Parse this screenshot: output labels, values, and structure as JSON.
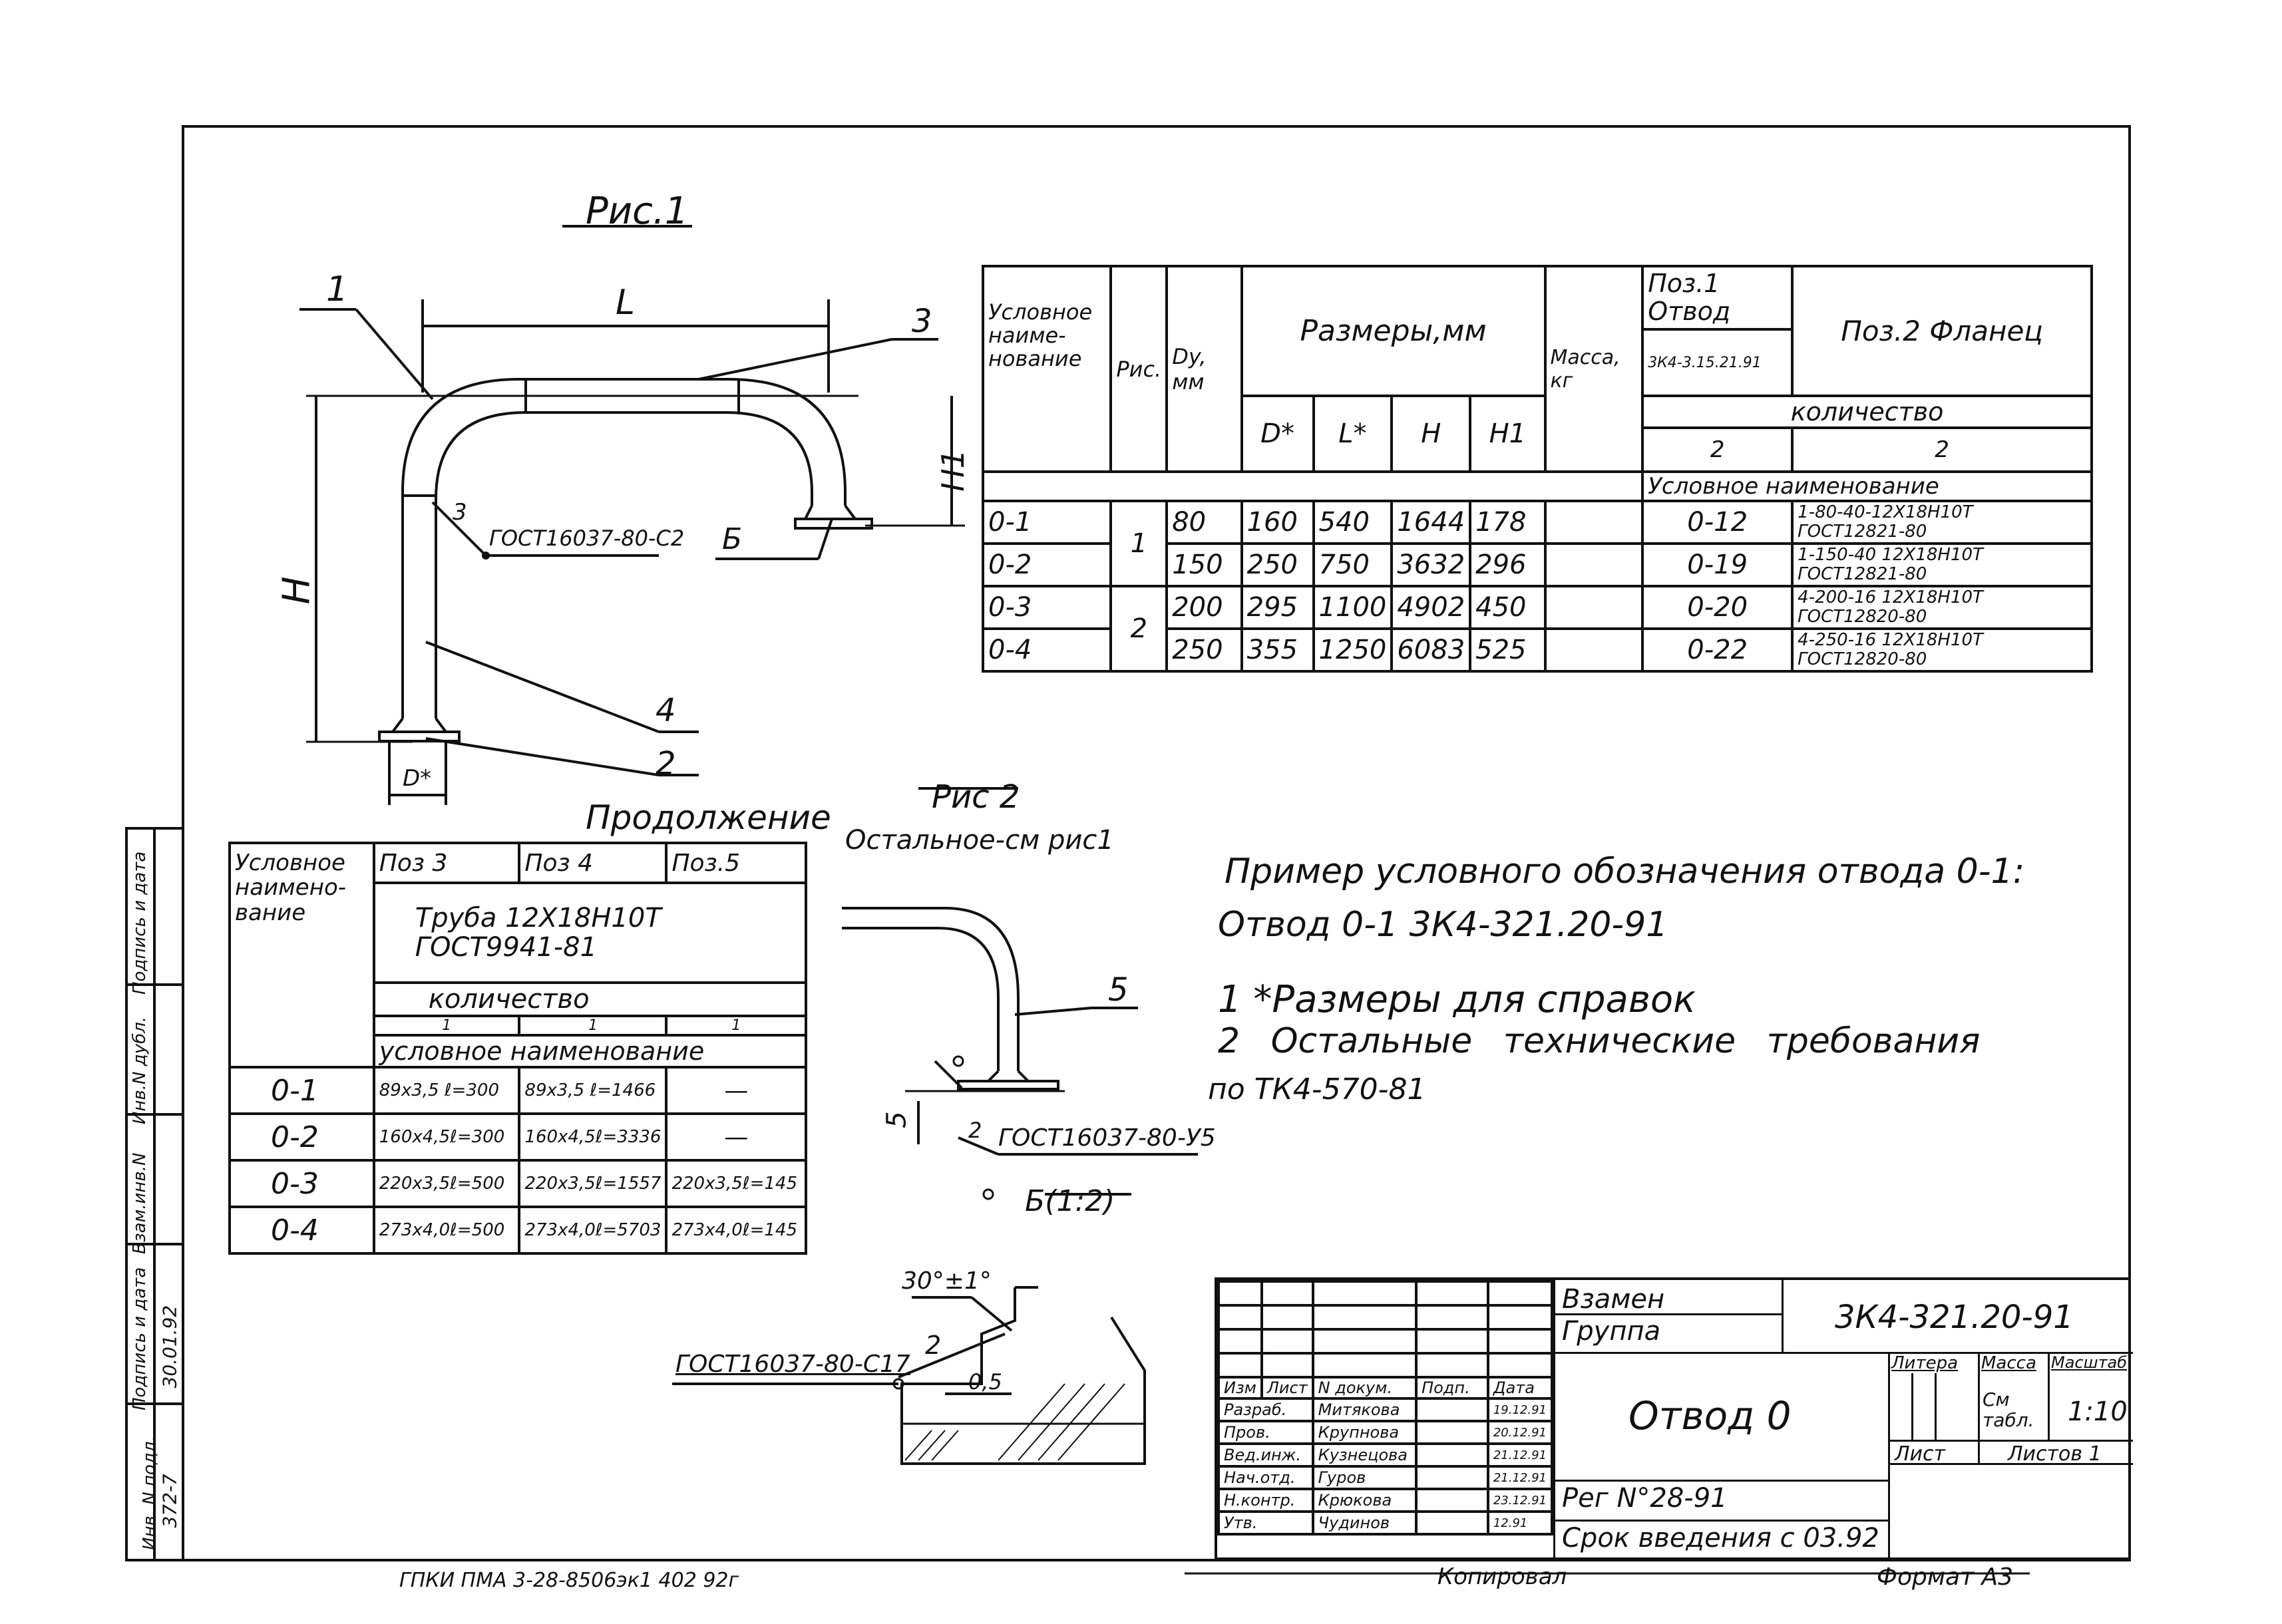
{
  "fig1": {
    "title": "Рис.1",
    "labels": {
      "l1": "1",
      "l2": "2",
      "l3": "3",
      "l3b": "3",
      "l4": "4",
      "L": "L",
      "H": "H",
      "H1": "H1",
      "D": "D*",
      "B": "Б",
      "weld": "ГОСТ16037-80-С2"
    }
  },
  "main_table": {
    "h_name": "Условное наиме- нование",
    "h_fig": "Рис.",
    "h_dy": "Dy, мм",
    "h_dims": "Размеры,мм",
    "h_D": "D*",
    "h_L": "L*",
    "h_H": "Н",
    "h_H1": "Н1",
    "h_mass": "Масса, кг",
    "h_pos1": "Поз.1 Отвод",
    "h_pos1_doc": "3К4-3.15.21.91",
    "h_pos2": "Поз.2 Фланец",
    "h_qty": "количество",
    "q1": "2",
    "q2": "2",
    "h_cond": "Условное наименование",
    "rows": [
      {
        "name": "0-1",
        "dy": "80",
        "D": "160",
        "L": "540",
        "H": "1644",
        "H1": "178",
        "pos1": "0-12",
        "pos2a": "1-80-40-12Х18Н10Т",
        "pos2b": "ГОСТ12821-80"
      },
      {
        "name": "0-2",
        "dy": "150",
        "D": "250",
        "L": "750",
        "H": "3632",
        "H1": "296",
        "pos1": "0-19",
        "pos2a": "1-150-40 12Х18Н10Т",
        "pos2b": "ГОСТ12821-80"
      },
      {
        "name": "0-3",
        "dy": "200",
        "D": "295",
        "L": "1100",
        "H": "4902",
        "H1": "450",
        "pos1": "0-20",
        "pos2a": "4-200-16 12Х18Н10Т",
        "pos2b": "ГОСТ12820-80"
      },
      {
        "name": "0-4",
        "dy": "250",
        "D": "355",
        "L": "1250",
        "H": "6083",
        "H1": "525",
        "pos1": "0-22",
        "pos2a": "4-250-16 12Х18Н10Т",
        "pos2b": "ГОСТ12820-80"
      }
    ],
    "fig_1": "1",
    "fig_2": "2"
  },
  "cont_table": {
    "caption": "Продолжение",
    "h_name": "Условное наимено- вание",
    "h_p3": "Поз 3",
    "h_p4": "Поз 4",
    "h_p5": "Поз.5",
    "pipe": "Труба 12Х18Н10Т",
    "pipe_gost": "ГОСТ9941-81",
    "h_qty": "количество",
    "q3": "1",
    "q4": "1",
    "q5": "1",
    "h_cond": "условное наименование",
    "rows": [
      {
        "name": "0-1",
        "p3": "89х3,5 ℓ=300",
        "p4": "89х3,5 ℓ=1466",
        "p5": "—"
      },
      {
        "name": "0-2",
        "p3": "160х4,5ℓ=300",
        "p4": "160х4,5ℓ=3336",
        "p5": "—"
      },
      {
        "name": "0-3",
        "p3": "220х3,5ℓ=500",
        "p4": "220х3,5ℓ=1557",
        "p5": "220х3,5ℓ=145"
      },
      {
        "name": "0-4",
        "p3": "273х4,0ℓ=500",
        "p4": "273х4,0ℓ=5703",
        "p5": "273х4,0ℓ=145"
      }
    ]
  },
  "fig2": {
    "title": "Рис 2",
    "subtitle": "Остальное-см рис1",
    "l5": "5",
    "dim5": "5",
    "l2": "2",
    "weld": "ГОСТ16037-80-У5"
  },
  "detail": {
    "title": "Б(1:2)",
    "angle": "30°±1°",
    "l2": "2",
    "gap": "0,5",
    "weld": "ГОСТ16037-80-С17"
  },
  "notes": {
    "line1": "Пример условного обозначения отвода 0-1:",
    "line2": "Отвод 0-1 3К4-321.20-91",
    "line3": "1 *Размеры для справок",
    "line4": "2 Остальные технические требования",
    "line5": "по ТК4-570-81"
  },
  "stamp": {
    "replaces": "Взамен",
    "group": "Группа",
    "code": "3К4-321.20-91",
    "title": "Отвод 0",
    "litera": "Литера",
    "mass": "Масса",
    "scale": "Масштаб",
    "mass_val": "См табл.",
    "scale_val": "1:10",
    "sheet": "Лист",
    "sheets": "Листов 1",
    "reg": "Рег N°28-91",
    "deadline": "Срок введения с 03.92",
    "h_izm": "Изм",
    "h_list": "Лист",
    "h_ndoc": "N докум.",
    "h_sign": "Подп.",
    "h_date": "Дата",
    "people": [
      {
        "role": "Разраб.",
        "name": "Митякова",
        "date": "19.12.91"
      },
      {
        "role": "Пров.",
        "name": "Крупнова",
        "date": "20.12.91"
      },
      {
        "role": "Вед.инж.",
        "name": "Кузнецова",
        "date": "21.12.91"
      },
      {
        "role": "Нач.отд.",
        "name": "Гуров",
        "date": "21.12.91"
      },
      {
        "role": "Н.контр.",
        "name": "Крюкова",
        "date": "23.12.91"
      },
      {
        "role": "Утв.",
        "name": "Чудинов",
        "date": "12.91"
      }
    ]
  },
  "side_strip": {
    "c1": "Инв. N подл.",
    "c2": "Подпись и дата",
    "c3": "Взам.инв.N",
    "c4": "Инв.N дубл.",
    "c5": "Подпись и дата",
    "v1": "372-7",
    "v2": "30.01.92"
  },
  "footer": {
    "left": "ГПКИ ПМА 3-28-8506эк1 402 92г",
    "copied": "Копировал",
    "format": "Формат А3"
  }
}
